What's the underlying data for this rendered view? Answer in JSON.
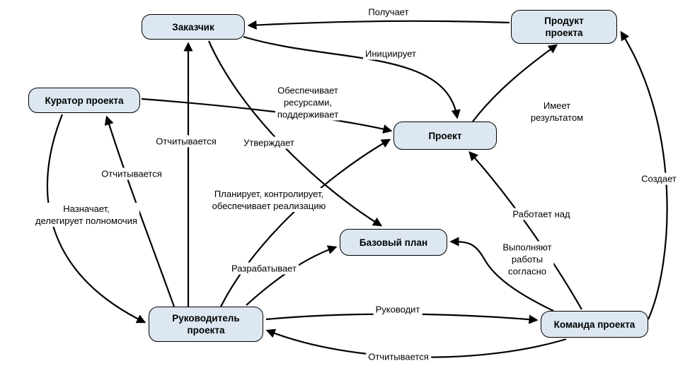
{
  "colors": {
    "background": "#ffffff",
    "node_fill": "#dde7f2",
    "node_border": "#000000",
    "arrow_color": "#000000",
    "text_color": "#000000"
  },
  "nodes": {
    "customer": "Заказчик",
    "product": "Продукт\nпроекта",
    "curator": "Куратор проекта",
    "project": "Проект",
    "baseline": "Базовый план",
    "manager": "Руководитель\nпроекта",
    "team": "Команда проекта"
  },
  "edges": {
    "receives": "Получает",
    "initiates": "Инициирует",
    "provides_resources": "Обеспечивает\nресурсами,\nподдерживает",
    "has_result": "Имеет\nрезультатом",
    "reports_to_customer": "Отчитывается",
    "approves": "Утверждает",
    "reports_to_curator": "Отчитывается",
    "creates": "Создает",
    "appoints_delegates": "Назначает,\nделегирует полномочия",
    "plans_controls": "Планирует, контролирует,\nобеспечивает реализацию",
    "works_on": "Работает над",
    "performs_work": "Выполняют\nработы\nсогласно",
    "develops": "Разрабатывает",
    "leads": "Руководит",
    "reports_to_manager": "Отчитывается"
  }
}
